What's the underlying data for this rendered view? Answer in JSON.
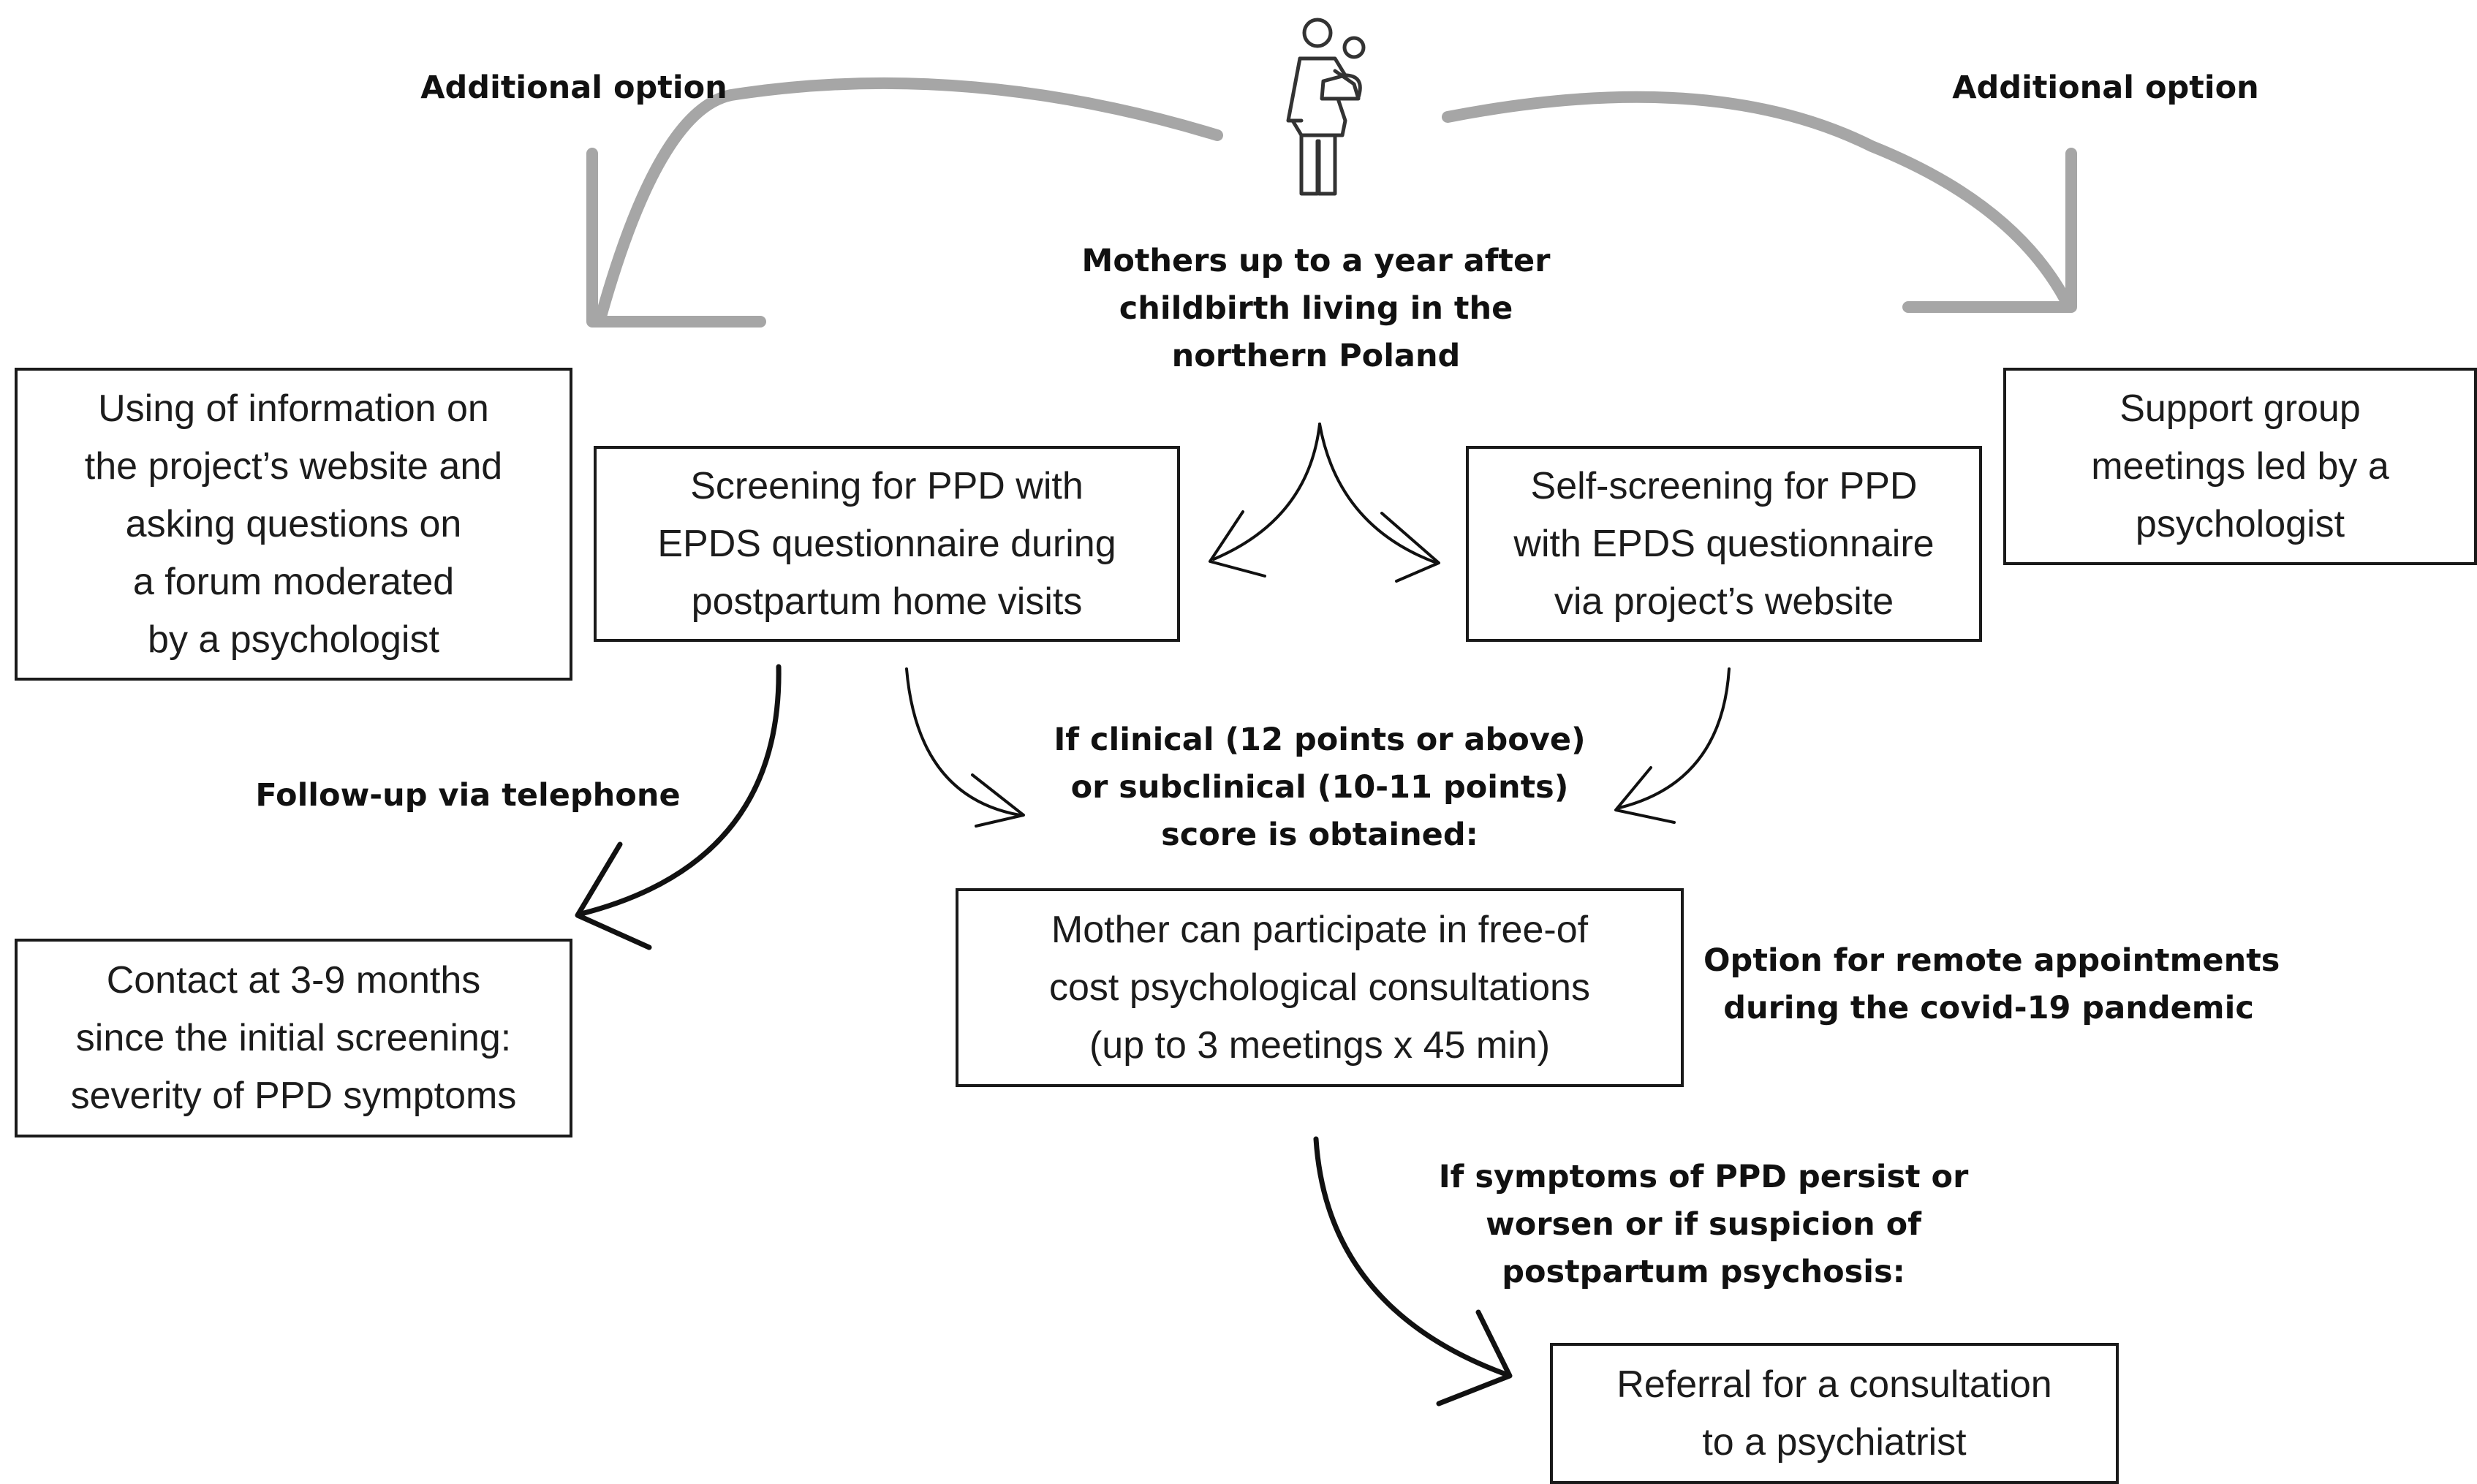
{
  "figure": {
    "top_label_left": "Additional option",
    "top_label_right": "Additional option",
    "population": [
      "Mothers up to a year after",
      "childbirth living in the",
      "northern Poland"
    ],
    "icon": "mother-with-baby-icon",
    "boxes": {
      "website_forum": [
        "Using of information on",
        "the project’s website and",
        "asking questions on",
        "a forum moderated",
        "by a psychologist"
      ],
      "home_screening": [
        "Screening for PPD with",
        "EPDS questionnaire during",
        "postpartum home visits"
      ],
      "self_screening": [
        "Self-screening for PPD",
        "with EPDS questionnaire",
        "via project’s website"
      ],
      "support_group": [
        "Support group",
        "meetings led by a",
        "psychologist"
      ],
      "follow_up_contact": [
        "Contact at 3-9 months",
        "since the initial screening:",
        "severity of PPD symptoms"
      ],
      "consultations": [
        "Mother can participate in free-of",
        "cost psychological consultations",
        "(up to 3 meetings x 45 min)"
      ],
      "referral": [
        "Referral for a consultation",
        "to a psychiatrist"
      ]
    },
    "labels": {
      "follow_up": "Follow-up via telephone",
      "condition_score": [
        "If clinical (12 points or above)",
        "or subclinical (10-11 points)",
        "score is obtained:"
      ],
      "remote_option": [
        "Option for remote appointments",
        "during the covid-19 pandemic"
      ],
      "condition_referral": [
        "If symptoms of PPD persist or",
        "worsen or if suspicion of",
        "postpartum psychosis:"
      ]
    },
    "colors": {
      "box_border": "#1a1a1a",
      "arrow_gray": "#a6a6a6",
      "arrow_black": "#111111",
      "text": "#111111"
    }
  }
}
